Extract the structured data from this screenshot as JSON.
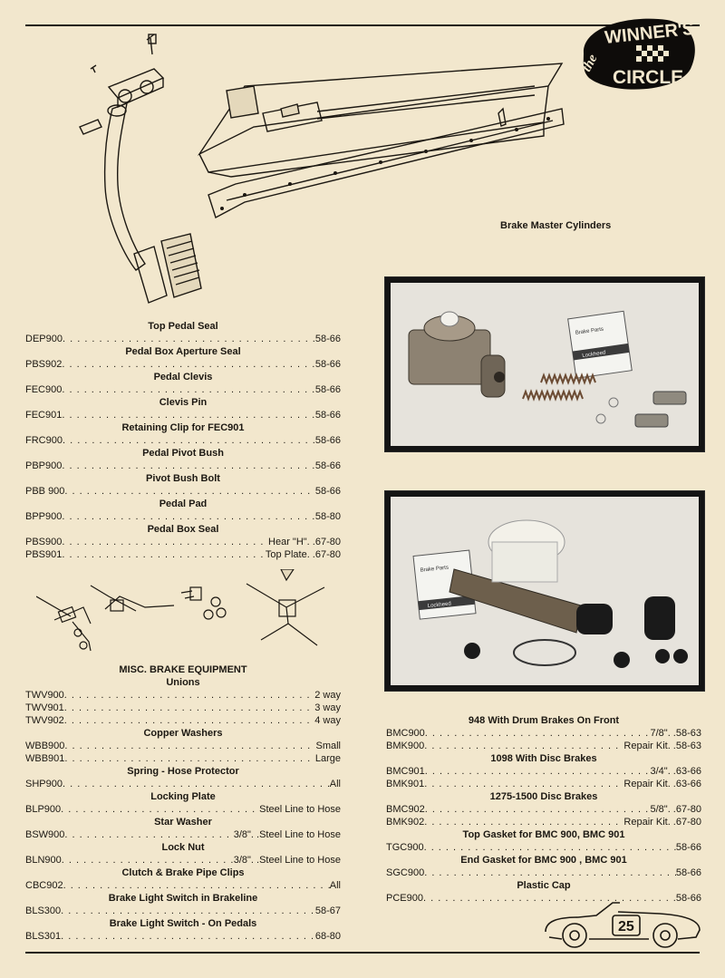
{
  "logo": {
    "text_the": "the",
    "text_winners": "WINNER'S",
    "text_circle": "CIRCLE"
  },
  "caption": "Brake Master Cylinders",
  "photo_top": {
    "box_line1": "Brake Parts",
    "box_line2": "Lockheed"
  },
  "photo_bottom": {
    "box_line1": "Brake Parts",
    "box_line2": "Lockheed"
  },
  "left_top": [
    {
      "heading": "Top Pedal Seal",
      "rows": [
        {
          "code": "DEP900",
          "value": "58-66"
        }
      ]
    },
    {
      "heading": "Pedal Box Aperture Seal",
      "rows": [
        {
          "code": "PBS902",
          "value": "58-66"
        }
      ]
    },
    {
      "heading": "Pedal Clevis",
      "rows": [
        {
          "code": "FEC900",
          "value": "58-66"
        }
      ]
    },
    {
      "heading": "Clevis Pin",
      "rows": [
        {
          "code": "FEC901",
          "value": "58-66"
        }
      ]
    },
    {
      "heading": "Retaining Clip for FEC901",
      "rows": [
        {
          "code": "FRC900",
          "value": "58-66"
        }
      ]
    },
    {
      "heading": "Pedal Pivot Bush",
      "rows": [
        {
          "code": "PBP900",
          "value": "58-66"
        }
      ]
    },
    {
      "heading": "Pivot Bush Bolt",
      "rows": [
        {
          "code": "PBB  900",
          "value": "58-66"
        }
      ]
    },
    {
      "heading": "Pedal Pad",
      "rows": [
        {
          "code": "BPP900",
          "value": "58-80"
        }
      ]
    },
    {
      "heading": "Pedal Box Seal",
      "rows": [
        {
          "code": "PBS900",
          "value": "Hear \"H\". .67-80"
        },
        {
          "code": "PBS901",
          "value": "Top Plate. .67-80"
        }
      ]
    }
  ],
  "left_bottom_title": "MISC. BRAKE EQUIPMENT",
  "left_bottom": [
    {
      "heading": "Unions",
      "rows": [
        {
          "code": "TWV900",
          "value": "2  way"
        },
        {
          "code": "TWV901",
          "value": "3  way"
        },
        {
          "code": "TWV902",
          "value": "4  way"
        }
      ]
    },
    {
      "heading": "Copper Washers",
      "rows": [
        {
          "code": "WBB900",
          "value": "Small"
        },
        {
          "code": "WBB901",
          "value": "Large"
        }
      ]
    },
    {
      "heading": "Spring - Hose Protector",
      "rows": [
        {
          "code": "SHP900",
          "value": "All"
        }
      ]
    },
    {
      "heading": "Locking Plate",
      "rows": [
        {
          "code": "BLP900",
          "value": "Steel Line to Hose"
        }
      ]
    },
    {
      "heading": "Star Washer",
      "rows": [
        {
          "code": "BSW900",
          "value": "3/8\".  .Steel Line to Hose"
        }
      ]
    },
    {
      "heading": "Lock Nut",
      "rows": [
        {
          "code": "BLN900",
          "value": "3/8\".  .Steel Line to Hose"
        }
      ]
    },
    {
      "heading": "Clutch & Brake Pipe Clips",
      "rows": [
        {
          "code": "CBC902",
          "value": "All"
        }
      ]
    },
    {
      "heading": "Brake Light Switch in Brakeline",
      "rows": [
        {
          "code": "BLS300",
          "value": "58-67"
        }
      ]
    },
    {
      "heading": "Brake Light Switch - On Pedals",
      "rows": [
        {
          "code": "BLS301",
          "value": "68-80"
        }
      ]
    }
  ],
  "right": [
    {
      "heading": "948 With Drum Brakes On Front",
      "rows": [
        {
          "code": "BMC900",
          "value": "7/8\".  .58-63"
        },
        {
          "code": "BMK900",
          "value": "Repair  Kit.  .58-63"
        }
      ]
    },
    {
      "heading": "1098 With Disc Brakes",
      "rows": [
        {
          "code": "BMC901",
          "value": "3/4\".  .63-66"
        },
        {
          "code": "BMK901",
          "value": "Repair  Kit.  .63-66"
        }
      ]
    },
    {
      "heading": "1275-1500 Disc Brakes",
      "rows": [
        {
          "code": "BMC902",
          "value": "5/8\".  .67-80"
        },
        {
          "code": "BMK902",
          "value": "Repair  Kit.  .67-80"
        }
      ]
    },
    {
      "heading": "Top Gasket for BMC 900, BMC 901",
      "rows": [
        {
          "code": "TGC900",
          "value": "58-66"
        }
      ]
    },
    {
      "heading": "End Gasket for BMC 900 , BMC 901",
      "rows": [
        {
          "code": "SGC900",
          "value": "58-66"
        }
      ]
    },
    {
      "heading": "Plastic Cap",
      "rows": [
        {
          "code": "PCE900",
          "value": "58-66"
        }
      ]
    }
  ],
  "page_number": "25"
}
